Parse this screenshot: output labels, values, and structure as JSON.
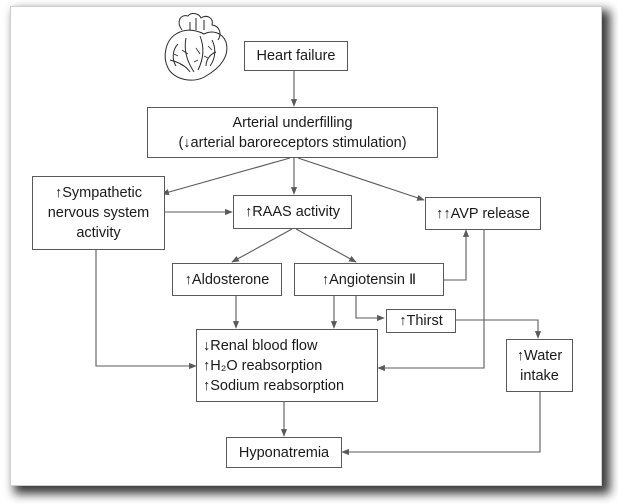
{
  "nodes": {
    "heart_failure": {
      "lines": [
        "Heart failure"
      ]
    },
    "arterial_underfilling": {
      "lines": [
        "Arterial underfilling",
        "(↓arterial baroreceptors stimulation)"
      ]
    },
    "sympathetic": {
      "lines": [
        "↑Sympathetic",
        "nervous system",
        "activity"
      ]
    },
    "raas": {
      "lines": [
        "↑RAAS activity"
      ]
    },
    "avp": {
      "lines": [
        "↑↑AVP release"
      ]
    },
    "aldosterone": {
      "lines": [
        "↑Aldosterone"
      ]
    },
    "angiotensin": {
      "lines": [
        "↑Angiotensin Ⅱ"
      ]
    },
    "thirst": {
      "lines": [
        "↑Thirst"
      ]
    },
    "renal": {
      "lines": [
        "↓Renal blood flow",
        "↑H₂O reabsorption",
        "↑Sodium reabsorption"
      ]
    },
    "water_intake": {
      "lines": [
        "↑Water",
        "intake"
      ]
    },
    "hyponatremia": {
      "lines": [
        "Hyponatremia"
      ]
    }
  },
  "icons": {
    "heart": "heart-illustration"
  },
  "colors": {
    "line": "#5a5a5a",
    "border": "#5a5a5a",
    "text": "#1a1a1a"
  }
}
